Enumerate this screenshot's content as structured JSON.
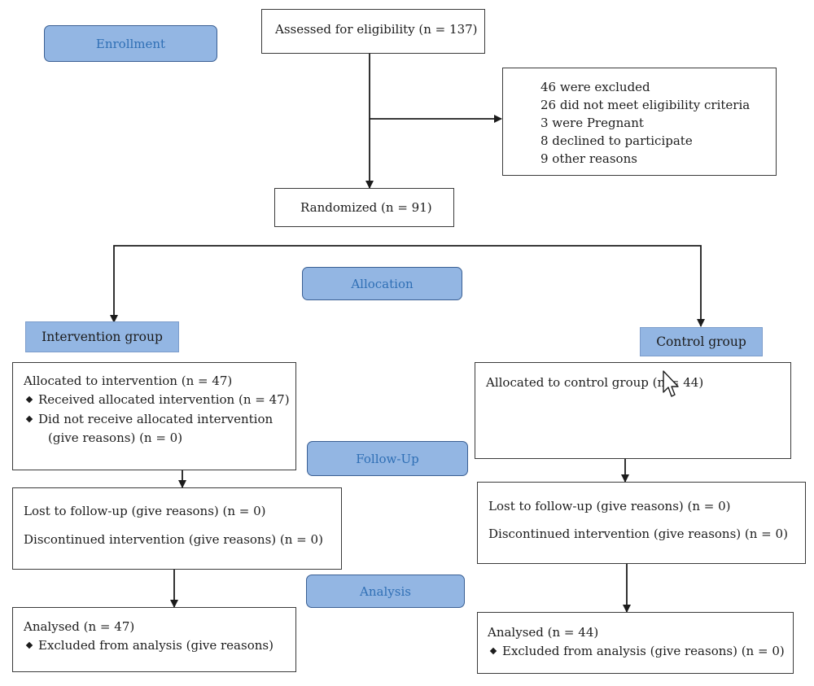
{
  "stages": {
    "enrollment": "Enrollment",
    "allocation": "Allocation",
    "follow_up": "Follow-Up",
    "analysis": "Analysis"
  },
  "assessed": "Assessed for eligibility (n = 137)",
  "excluded": [
    "46 were excluded",
    "26  did not meet eligibility criteria",
    "3 were Pregnant",
    "8 declined to participate",
    "9 other reasons"
  ],
  "randomized": "Randomized (n = 91)",
  "groups": {
    "intervention": "Intervention group",
    "control": "Control group"
  },
  "intervention": {
    "allocated": "Allocated to intervention (n = 47)",
    "received": "Received allocated intervention (n = 47)",
    "not_received_1": "Did not receive allocated intervention",
    "not_received_2": "(give reasons) (n = 0)",
    "lost": "Lost to follow-up (give reasons) (n = 0)",
    "discontinued": "Discontinued intervention (give reasons) (n = 0)",
    "analysed": "Analysed (n = 47)",
    "excluded": "Excluded from analysis (give reasons)"
  },
  "control": {
    "allocated": "Allocated to control group (n = 44)",
    "lost": "Lost to follow-up (give reasons) (n = 0)",
    "discontinued": "Discontinued intervention (give reasons) (n = 0)",
    "analysed": "Analysed (n = 44)",
    "excluded": "Excluded from analysis (give reasons) (n = 0)"
  }
}
